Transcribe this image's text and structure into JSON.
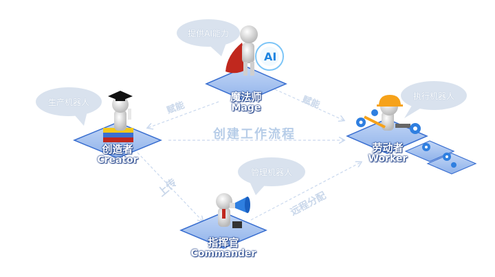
{
  "bubbles": {
    "mage": "提供AI能力",
    "creator": "生产机器人",
    "worker": "执行机器人",
    "commander": "管理机器人"
  },
  "roles": {
    "mage": {
      "zh": "魔法师",
      "en": "Mage"
    },
    "creator": {
      "zh": "创造者",
      "en": "Creator"
    },
    "worker": {
      "zh": "劳动者",
      "en": "Worker"
    },
    "commander": {
      "zh": "指挥官",
      "en": "Commander"
    }
  },
  "edges": {
    "mage_to_creator": "赋能",
    "mage_to_worker": "赋能",
    "creator_to_commander": "上传",
    "commander_to_worker": "远程分配",
    "center": "创建工作流程"
  },
  "mage_sign": "AI",
  "colors": {
    "platform": "#a9c4ef",
    "platform_edge": "#3a6fd0",
    "bubble": "#d9e2ee",
    "arrow": "#c9d8ee",
    "role_text_outline": "#1d3f88",
    "gear": "#2f7fe0",
    "helmet": "#f6a21a",
    "cape": "#c0281e"
  },
  "icons": [
    "graduation-cap-icon",
    "books-icon",
    "megaphone-icon",
    "hard-hat-icon",
    "gear-icon",
    "wrench-icon",
    "cape-icon"
  ]
}
